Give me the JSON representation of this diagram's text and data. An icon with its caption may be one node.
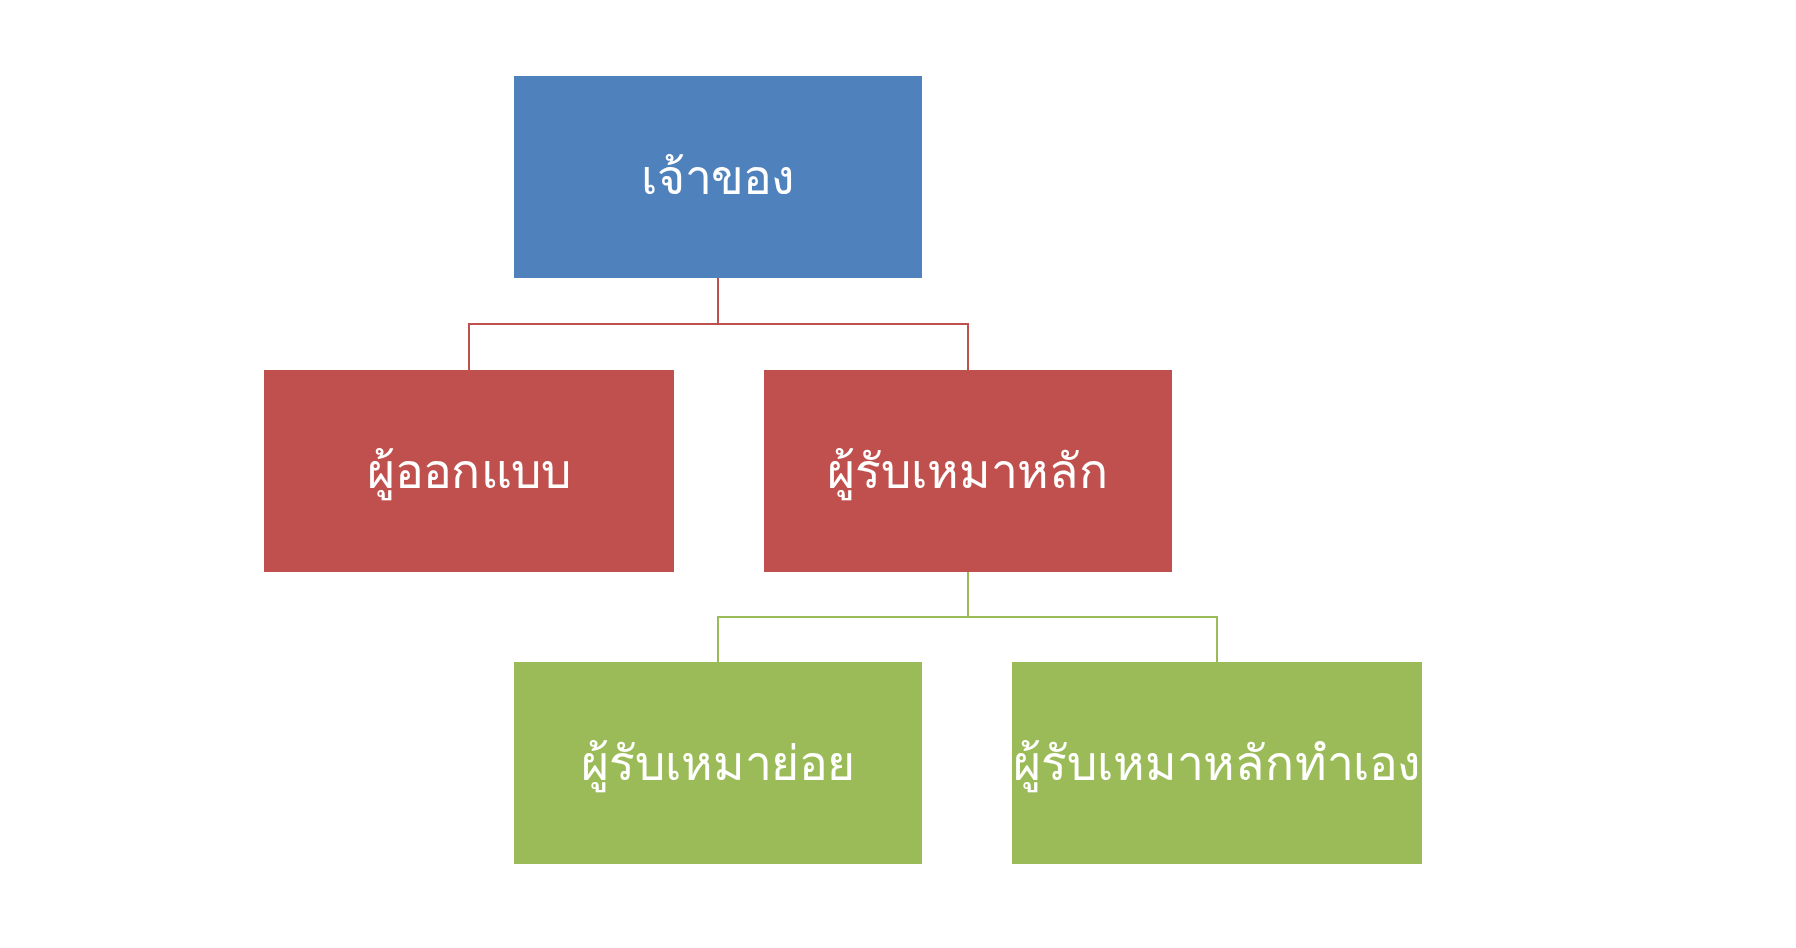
{
  "diagram": {
    "nodes": [
      {
        "text": [
          "เจ้าของ"
        ]
      },
      {
        "text": [
          "ผู้ออกแบบ"
        ]
      },
      {
        "text": [
          "ผู้รับเหมาหลัก"
        ]
      },
      {
        "text": [
          "ผู้รับเหมาย่อย"
        ]
      },
      {
        "text": [
          "ผู้รับเหมาหลักทำเอง"
        ]
      }
    ],
    "edges": [
      {
        "from": 0,
        "to": 1,
        "arrow": "none",
        "color": "#c0504d"
      },
      {
        "from": 0,
        "to": 2,
        "arrow": "none",
        "color": "#c0504d"
      },
      {
        "from": 2,
        "to": 3,
        "arrow": "none",
        "color": "#9bbb59"
      },
      {
        "from": 2,
        "to": 4,
        "arrow": "none",
        "color": "#9bbb59"
      }
    ]
  }
}
